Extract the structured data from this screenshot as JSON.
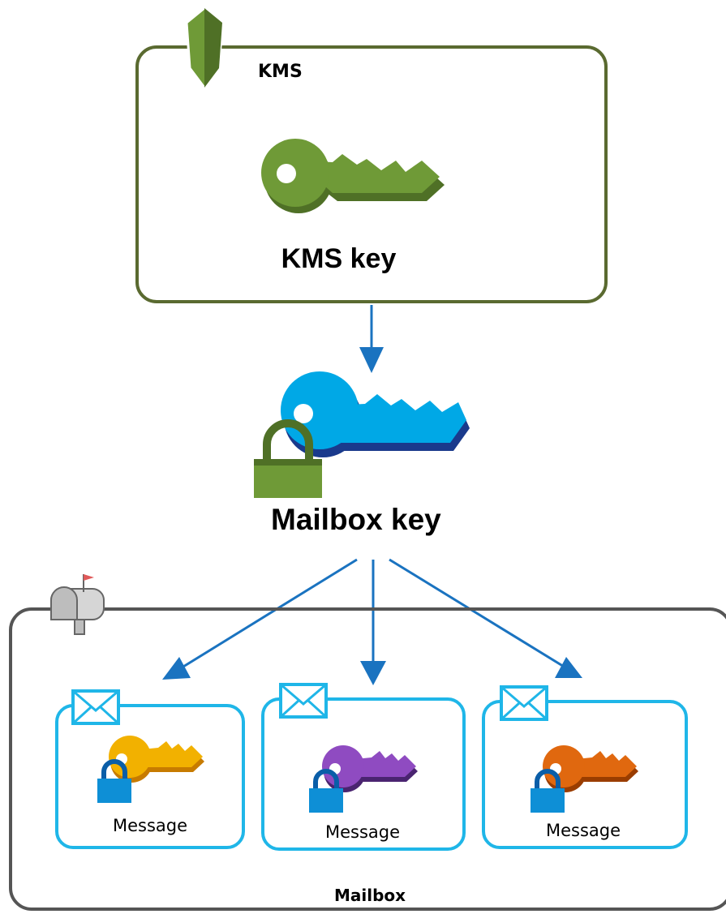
{
  "kms": {
    "title": "KMS",
    "key_label": "KMS key"
  },
  "mailbox_key": {
    "label": "Mailbox key"
  },
  "mailbox": {
    "title": "Mailbox",
    "messages": [
      {
        "label": "Message",
        "key_color": "#f2b100"
      },
      {
        "label": "Message",
        "key_color": "#8f4bc1"
      },
      {
        "label": "Message",
        "key_color": "#e0680f"
      }
    ]
  },
  "colors": {
    "kms_border": "#5a6a30",
    "kms_key": "#6f9a37",
    "mailbox_key": "#00a8e6",
    "arrow": "#1a73c0",
    "lock": "#0e8fd6",
    "message_border": "#1fb6e8",
    "mailbox_border": "#555555"
  },
  "icons": [
    "shield-icon",
    "key-icon",
    "lock-icon",
    "mailbox-icon",
    "envelope-icon",
    "arrow-icon"
  ]
}
